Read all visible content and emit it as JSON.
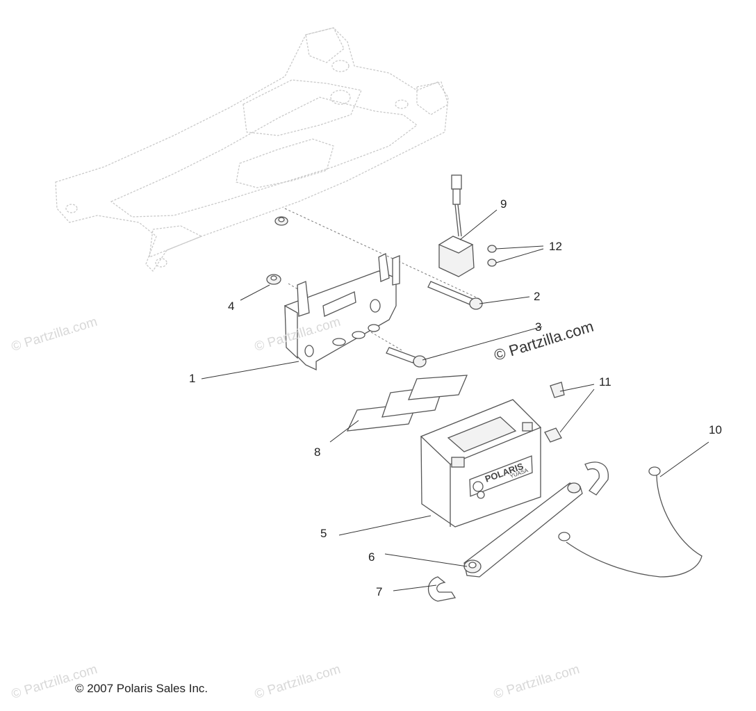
{
  "diagram": {
    "callouts": [
      "1",
      "2",
      "3",
      "4",
      "5",
      "6",
      "7",
      "8",
      "9",
      "10",
      "11",
      "12"
    ],
    "battery_brand": "POLARIS",
    "battery_model": "YUASA",
    "watermark": "© Partzilla.com",
    "watermark_main": "© Partzilla.com",
    "copyright": "© 2007 Polaris Sales Inc."
  }
}
